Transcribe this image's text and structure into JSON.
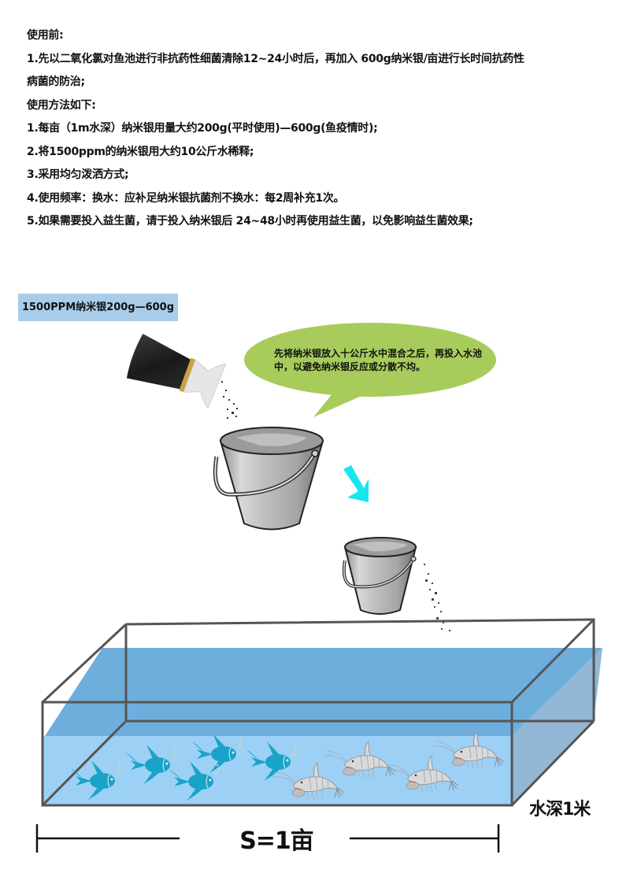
{
  "instructions": {
    "before_use_heading": "使用前:",
    "before_use_step_1_line1": "1.先以二氧化氯对鱼池进行非抗药性细菌清除12~24小时后，再加入 600g纳米银/亩进行长时间抗药性",
    "before_use_step_1_line2": "病菌的防治;",
    "method_heading": "使用方法如下:",
    "steps": [
      "1.每亩（1m水深）纳米银用量大约200g(平时使用)—600g(鱼疫情时);",
      "2.将1500ppm的纳米银用大约10公斤水稀释;",
      "3.采用均匀泼洒方式;",
      "4.使用频率：换水：应补足纳米银抗菌剂不换水：每2周补充1次。",
      "5.如果需要投入益生菌，请于投入纳米银后 24~48小时再使用益生菌，以免影响益生菌效果;"
    ]
  },
  "diagram": {
    "dose_label": "1500PPM纳米银200g—600g",
    "speech_bubble": "先将纳米银放入十公斤水中混合之后，再投入水池中，以避免纳米银反应或分散不均。",
    "depth_label": "水深1米",
    "area_label": "S=1亩",
    "icons": [
      "bottle-icon",
      "bucket-icon",
      "arrow-down-right-icon",
      "small-bucket-icon",
      "pond-tank-icon",
      "fish-icon",
      "shrimp-icon"
    ],
    "fish_count": 5,
    "shrimp_count": 4,
    "colors": {
      "dose_label_bg": "#a9cde9",
      "bubble_green": "#a8cc5c",
      "arrow_cyan": "#18e6f0",
      "water_surface": "#6eaedd",
      "water_body": "#9dd0f5",
      "tank_edge": "#555555",
      "fish_blue": "#1aa3c8"
    }
  }
}
